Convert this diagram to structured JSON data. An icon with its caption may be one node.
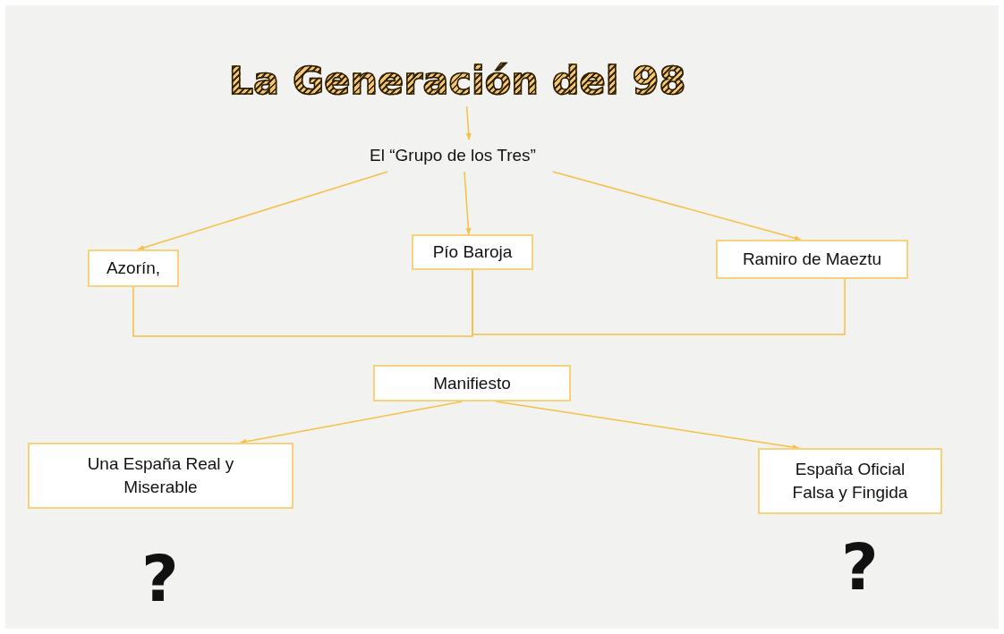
{
  "diagram": {
    "nodes": [
      {
        "text": [
          "La Generación del 98"
        ]
      },
      {
        "text": [
          "El “Grupo de los Tres”"
        ]
      },
      {
        "text": [
          "Azorín,"
        ]
      },
      {
        "text": [
          "Pío Baroja"
        ]
      },
      {
        "text": [
          "Ramiro de Maeztu"
        ]
      },
      {
        "text": [
          "Manifiesto"
        ]
      },
      {
        "text": [
          "Una España Real y Miserable"
        ]
      },
      {
        "text": [
          "España Oficial Falsa y Fingida"
        ]
      }
    ],
    "edges": [
      {
        "from": 0,
        "to": 1,
        "arrow": "to"
      },
      {
        "from": 1,
        "to": 2,
        "arrow": "to"
      },
      {
        "from": 1,
        "to": 3,
        "arrow": "to"
      },
      {
        "from": 1,
        "to": 4,
        "arrow": "to"
      },
      {
        "from": 3,
        "to": 2,
        "arrow": "none"
      },
      {
        "from": 3,
        "to": 4,
        "arrow": "none"
      },
      {
        "from": 5,
        "to": 6,
        "arrow": "to"
      },
      {
        "from": 5,
        "to": 7,
        "arrow": "to"
      }
    ],
    "labels": [
      "?",
      "?"
    ]
  }
}
